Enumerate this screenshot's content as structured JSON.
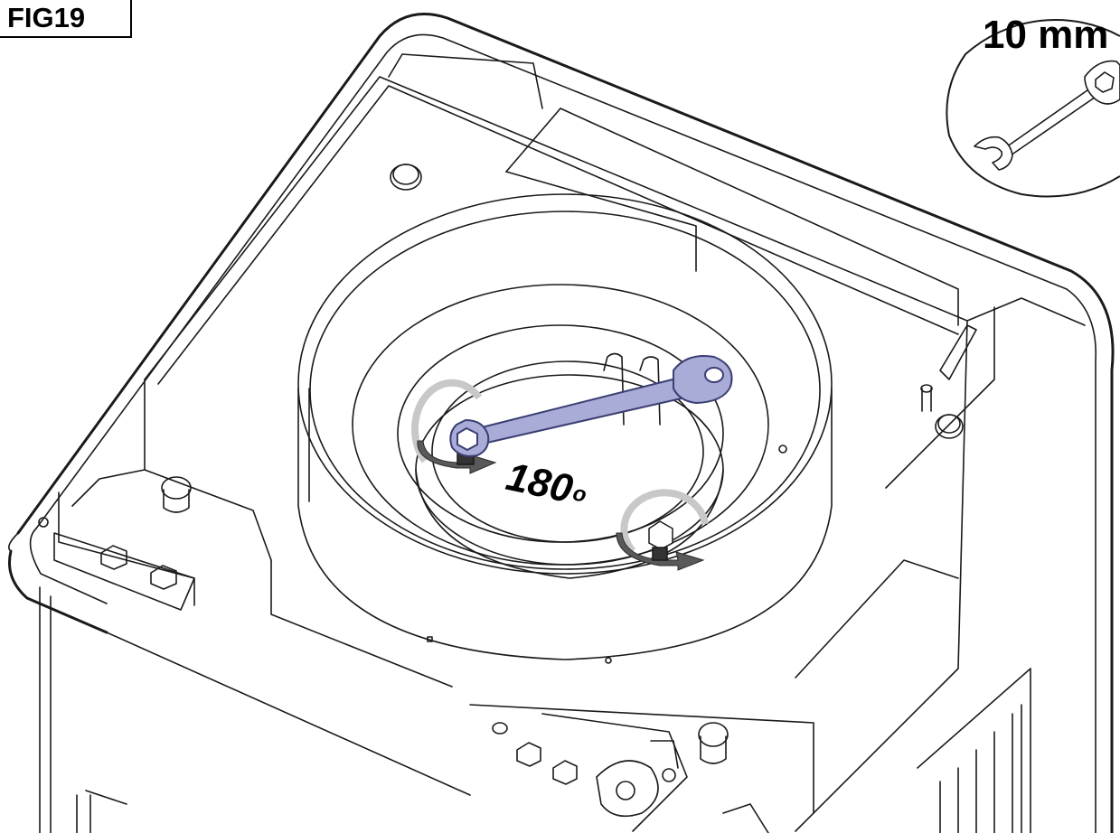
{
  "figure": {
    "label": "FIG19"
  },
  "tool_callout": {
    "size_text": "10 mm",
    "tool_icon": "open-end-wrench-icon"
  },
  "rotation": {
    "value": "180",
    "unit": "o"
  },
  "colors": {
    "line": "#1a1a1a",
    "wrench_fill": "#a9acd6",
    "wrench_stroke": "#3b3e73",
    "arrow_fill": "#595959",
    "background": "#ffffff"
  }
}
